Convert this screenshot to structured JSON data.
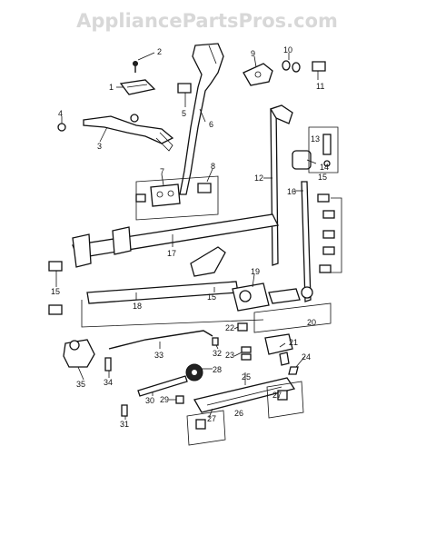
{
  "watermark": "AppliancePartsPros.com",
  "labels": [
    "1",
    "2",
    "3",
    "4",
    "5",
    "6",
    "7",
    "8",
    "9",
    "10",
    "11",
    "12",
    "13",
    "14",
    "15",
    "15",
    "15",
    "16",
    "17",
    "18",
    "19",
    "20",
    "21",
    "22",
    "23",
    "24",
    "25",
    "26",
    "27",
    "27",
    "28",
    "29",
    "30",
    "31",
    "32",
    "33",
    "34",
    "35"
  ]
}
